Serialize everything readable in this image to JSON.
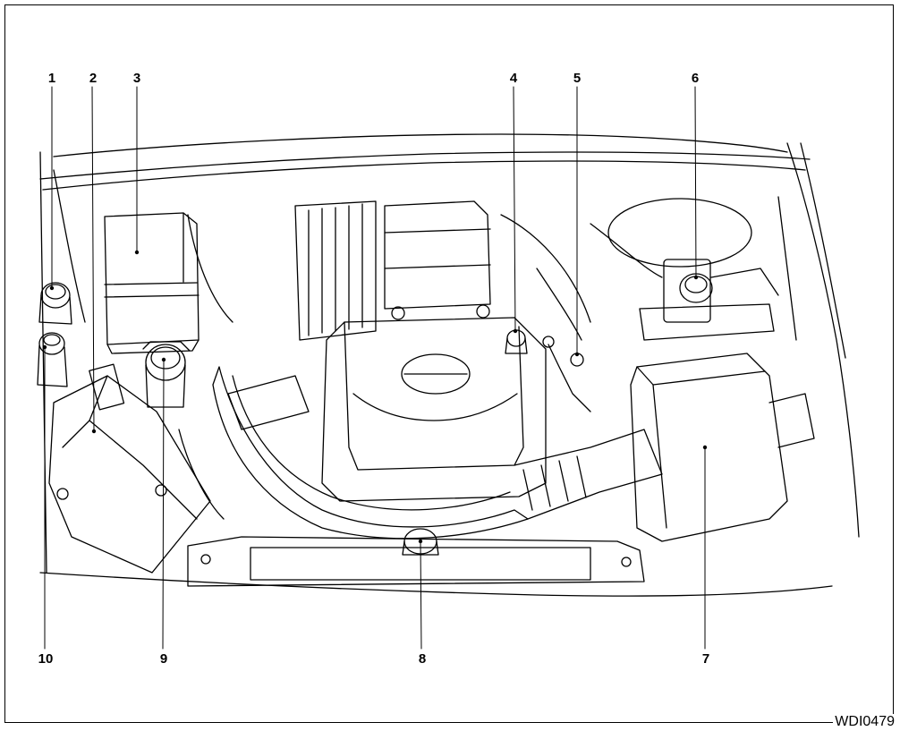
{
  "figure_code": "WDI0479",
  "callouts": {
    "c1": "1",
    "c2": "2",
    "c3": "3",
    "c4": "4",
    "c5": "5",
    "c6": "6",
    "c7": "7",
    "c8": "8",
    "c9": "9",
    "c10": "10"
  }
}
